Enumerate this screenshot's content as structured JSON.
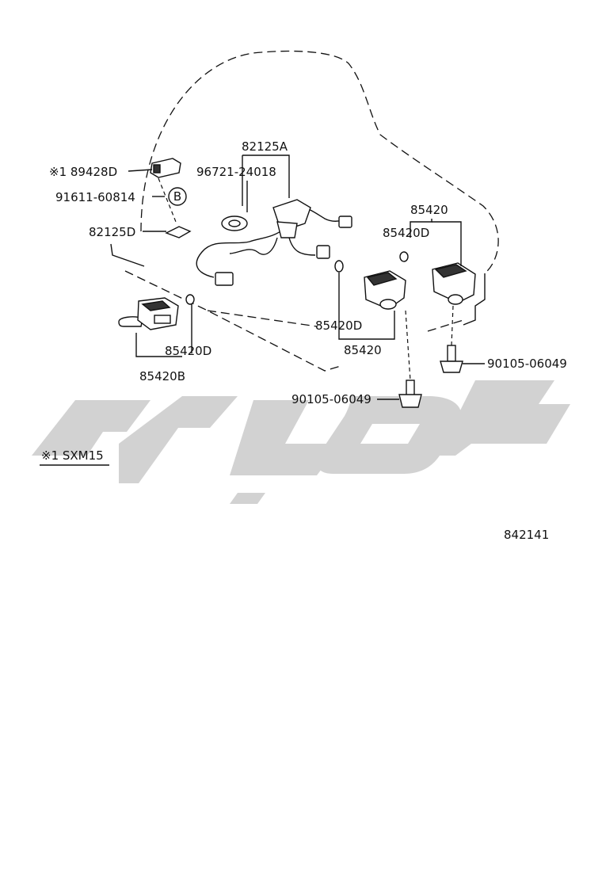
{
  "diagram": {
    "callouts": {
      "part_82125A": "82125A",
      "part_96721_24018": "96721-24018",
      "part_89428D": "※1 89428D",
      "part_91611_60814": "91611-60814",
      "clip_symbol": "B",
      "part_82125D": "82125D",
      "part_85420_top": "85420",
      "part_85420D_top": "85420D",
      "part_85420D_mid": "85420D",
      "part_85420_mid": "85420",
      "part_85420D_left": "85420D",
      "part_85420B": "85420B",
      "bolt_right": "90105-06049",
      "bolt_mid": "90105-06049"
    },
    "footnote": "※1 SXM15",
    "illustration_number": "842141",
    "watermark_color": "#d2d2d2"
  }
}
